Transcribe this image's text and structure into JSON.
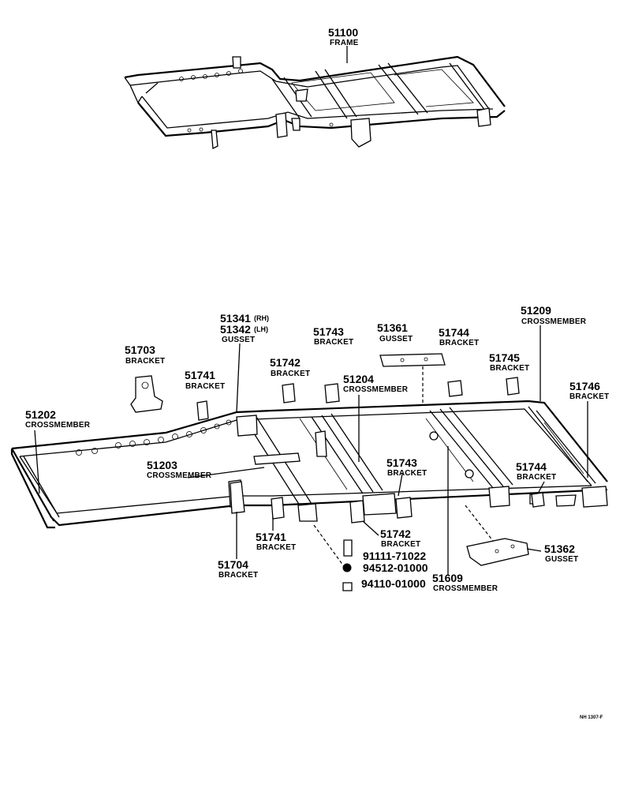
{
  "diagram": {
    "reference_code": "NH 1307-F",
    "callouts": [
      {
        "id": "frame",
        "number": "51100",
        "label": "FRAME"
      },
      {
        "id": "51341",
        "number": "51341",
        "label": "(RH)"
      },
      {
        "id": "51342",
        "number": "51342",
        "label": "(LH)",
        "sublabel": "GUSSET"
      },
      {
        "id": "51703",
        "number": "51703",
        "label": "BRACKET"
      },
      {
        "id": "51741a",
        "number": "51741",
        "label": "BRACKET"
      },
      {
        "id": "51742a",
        "number": "51742",
        "label": "BRACKET"
      },
      {
        "id": "51743a",
        "number": "51743",
        "label": "BRACKET"
      },
      {
        "id": "51361",
        "number": "51361",
        "label": "GUSSET"
      },
      {
        "id": "51744a",
        "number": "51744",
        "label": "BRACKET"
      },
      {
        "id": "51209",
        "number": "51209",
        "label": "CROSSMEMBER"
      },
      {
        "id": "51745",
        "number": "51745",
        "label": "BRACKET"
      },
      {
        "id": "51746",
        "number": "51746",
        "label": "BRACKET"
      },
      {
        "id": "51204",
        "number": "51204",
        "label": "CROSSMEMBER"
      },
      {
        "id": "51202",
        "number": "51202",
        "label": "CROSSMEMBER"
      },
      {
        "id": "51203",
        "number": "51203",
        "label": "CROSSMEMBER"
      },
      {
        "id": "51743b",
        "number": "51743",
        "label": "BRACKET"
      },
      {
        "id": "51744b",
        "number": "51744",
        "label": "BRACKET"
      },
      {
        "id": "51742b",
        "number": "51742",
        "label": "BRACKET"
      },
      {
        "id": "51741b",
        "number": "51741",
        "label": "BRACKET"
      },
      {
        "id": "51704",
        "number": "51704",
        "label": "BRACKET"
      },
      {
        "id": "91111",
        "number": "91111-71022",
        "label": ""
      },
      {
        "id": "94512",
        "number": "94512-01000",
        "label": ""
      },
      {
        "id": "94110",
        "number": "94110-01000",
        "label": ""
      },
      {
        "id": "51609",
        "number": "51609",
        "label": "CROSSMEMBER"
      },
      {
        "id": "51362",
        "number": "51362",
        "label": "GUSSET"
      }
    ]
  }
}
